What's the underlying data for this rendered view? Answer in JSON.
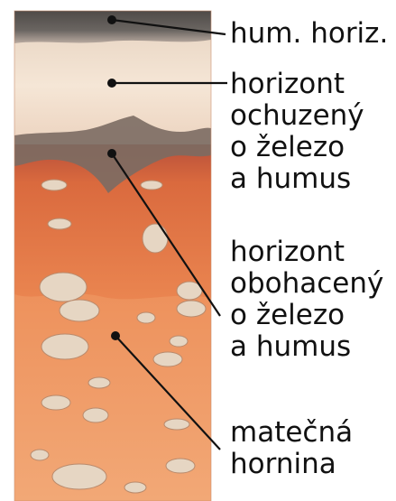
{
  "labels": [
    {
      "id": "humus-horizon",
      "lines": [
        "hum. horiz."
      ]
    },
    {
      "id": "eluvial-horizon",
      "lines": [
        "horizont",
        "ochuzený",
        "o železo",
        "a humus"
      ]
    },
    {
      "id": "illuvial-horizon",
      "lines": [
        "horizont",
        "obohacený",
        "o železo",
        "a humus"
      ]
    },
    {
      "id": "parent-rock",
      "lines": [
        "matečná",
        "hornina"
      ]
    }
  ],
  "colors": {
    "humus": "#5e5a56",
    "eluvial": "#f2e1cf",
    "transition": "#7f6e66",
    "illuvial": "#dd6a3a",
    "parent": "#f09a68",
    "pebble": "#e7d8c6",
    "leader": "#111111"
  }
}
